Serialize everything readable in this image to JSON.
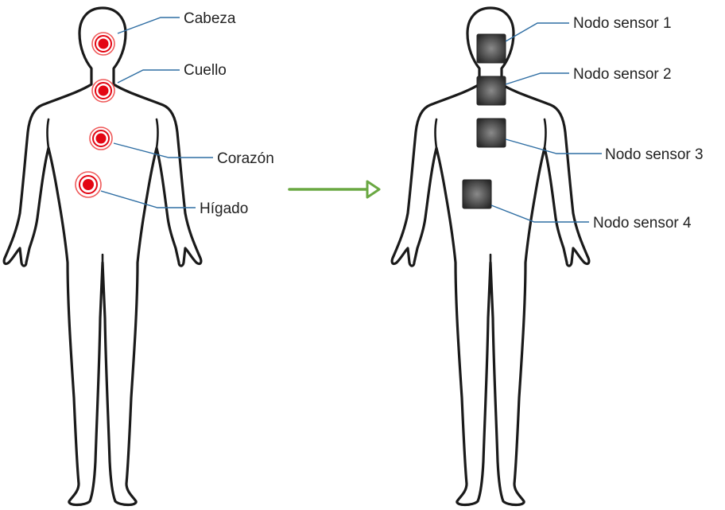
{
  "colors": {
    "outline": "#1a1a1a",
    "marker_red": "#e30613",
    "marker_ring": "#ef5a5a",
    "leader": "#2f6ea3",
    "arrow": "#6aa842",
    "sensor_fill": "#3c3c3c"
  },
  "left_figure": {
    "markers": [
      {
        "id": "cabeza",
        "label": "Cabeza"
      },
      {
        "id": "cuello",
        "label": "Cuello"
      },
      {
        "id": "corazon",
        "label": "Corazón"
      },
      {
        "id": "higado",
        "label": "Hígado"
      }
    ]
  },
  "arrow": {
    "icon": "arrow-right-icon"
  },
  "right_figure": {
    "sensors": [
      {
        "id": "sensor-1",
        "label": "Nodo sensor 1"
      },
      {
        "id": "sensor-2",
        "label": "Nodo sensor 2"
      },
      {
        "id": "sensor-3",
        "label": "Nodo sensor 3"
      },
      {
        "id": "sensor-4",
        "label": "Nodo sensor 4"
      }
    ]
  }
}
